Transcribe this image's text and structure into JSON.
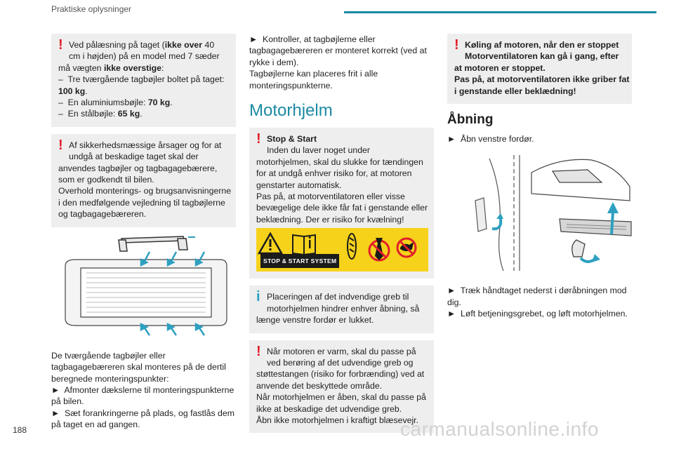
{
  "header": {
    "title": "Praktiske oplysninger",
    "accent": "#1b8aa4"
  },
  "page_number": "188",
  "watermark": "carmanualsonline.info",
  "col1": {
    "box1": [
      {
        "t": "Ved pålæsning på taget (",
        "b": "ikke over",
        "t2": " 40"
      },
      "cm i højden) på en model med 7 sæder",
      {
        "t": "må vægten ",
        "b": "ikke overstige",
        "t2": ":"
      },
      "–  Tre tværgående tagbøjler boltet på taget:",
      {
        "t": "",
        "b": "100 kg",
        "t2": "."
      },
      {
        "t": "–  En aluminiumsbøjle: ",
        "b": "70 kg",
        "t2": "."
      },
      {
        "t": "–  En stålbøjle: ",
        "b": "65 kg",
        "t2": "."
      }
    ],
    "box2": [
      "Af sikkerhedsmæssige årsager og for at",
      "undgå at beskadige taget skal der",
      "anvendes tagbøjler og tagbagagebærere,",
      "som er godkendt til bilen.",
      "Overhold monterings- og brugsanvisningerne",
      "i den medfølgende vejledning til tagbøjlerne",
      "og tagbagagebæreren."
    ],
    "text": [
      "De tværgående tagbøjler eller",
      "tagbagagebæreren skal monteres på de dertil",
      "beregnede monteringspunkter:",
      "►  Afmonter dækslerne til monteringspunkterne",
      "på bilen.",
      "►  Sæt forankringerne på plads, og fastlås dem",
      "på taget en ad gangen."
    ]
  },
  "col2": {
    "intro": [
      "►  Kontroller, at tagbøjlerne eller",
      "tagbagagebæreren er monteret korrekt (ved at",
      "rykke i dem).",
      "Tagbøjlerne kan placeres frit i alle",
      "monteringspunkterne."
    ],
    "section_title": "Motorhjelm",
    "box_stop": [
      "Stop & Start",
      "Inden du laver noget under",
      "motorhjelmen, skal du slukke for tændingen",
      "for at undgå enhver risiko for, at motoren",
      "genstarter automatisk.",
      "Pas på, at motorventilatoren eller visse",
      "bevægelige dele ikke får fat i genstande eller",
      "beklædning. Der er risiko for kvælning!"
    ],
    "sign_label": "STOP & START SYSTEM",
    "box_info": [
      "Placeringen af det indvendige greb til",
      "motorhjelmen hindrer enhver åbning, så",
      "længe venstre fordør er lukket."
    ],
    "box_warm": [
      "Når motoren er varm, skal du passe på",
      "ved berøring af det udvendige greb og",
      "støttestangen (risiko for forbrænding) ved at",
      "anvende det beskyttede område.",
      "Når motorhjelmen er åben, skal du passe på",
      "ikke at beskadige det udvendige greb.",
      "Åbn ikke motorhjelmen i kraftigt blæsevejr."
    ]
  },
  "col3": {
    "box_cool": [
      "Køling af motoren, når den er stoppet",
      "Motorventilatoren kan gå i gang, efter",
      "at motoren er stoppet.",
      "Pas på, at motorventilatoren ikke griber fat",
      "i genstande eller beklædning!"
    ],
    "sub_title": "Åbning",
    "step1": "►  Åbn venstre fordør.",
    "steps": [
      "►  Træk håndtaget nederst i døråbningen mod",
      "dig.",
      "►  Løft betjeningsgrebet, og løft motorhjelmen."
    ]
  },
  "colors": {
    "warning": "#e0202a",
    "info": "#2ea0c0",
    "box_bg": "#eeeeee",
    "sign_bg": "#f6d21b"
  }
}
